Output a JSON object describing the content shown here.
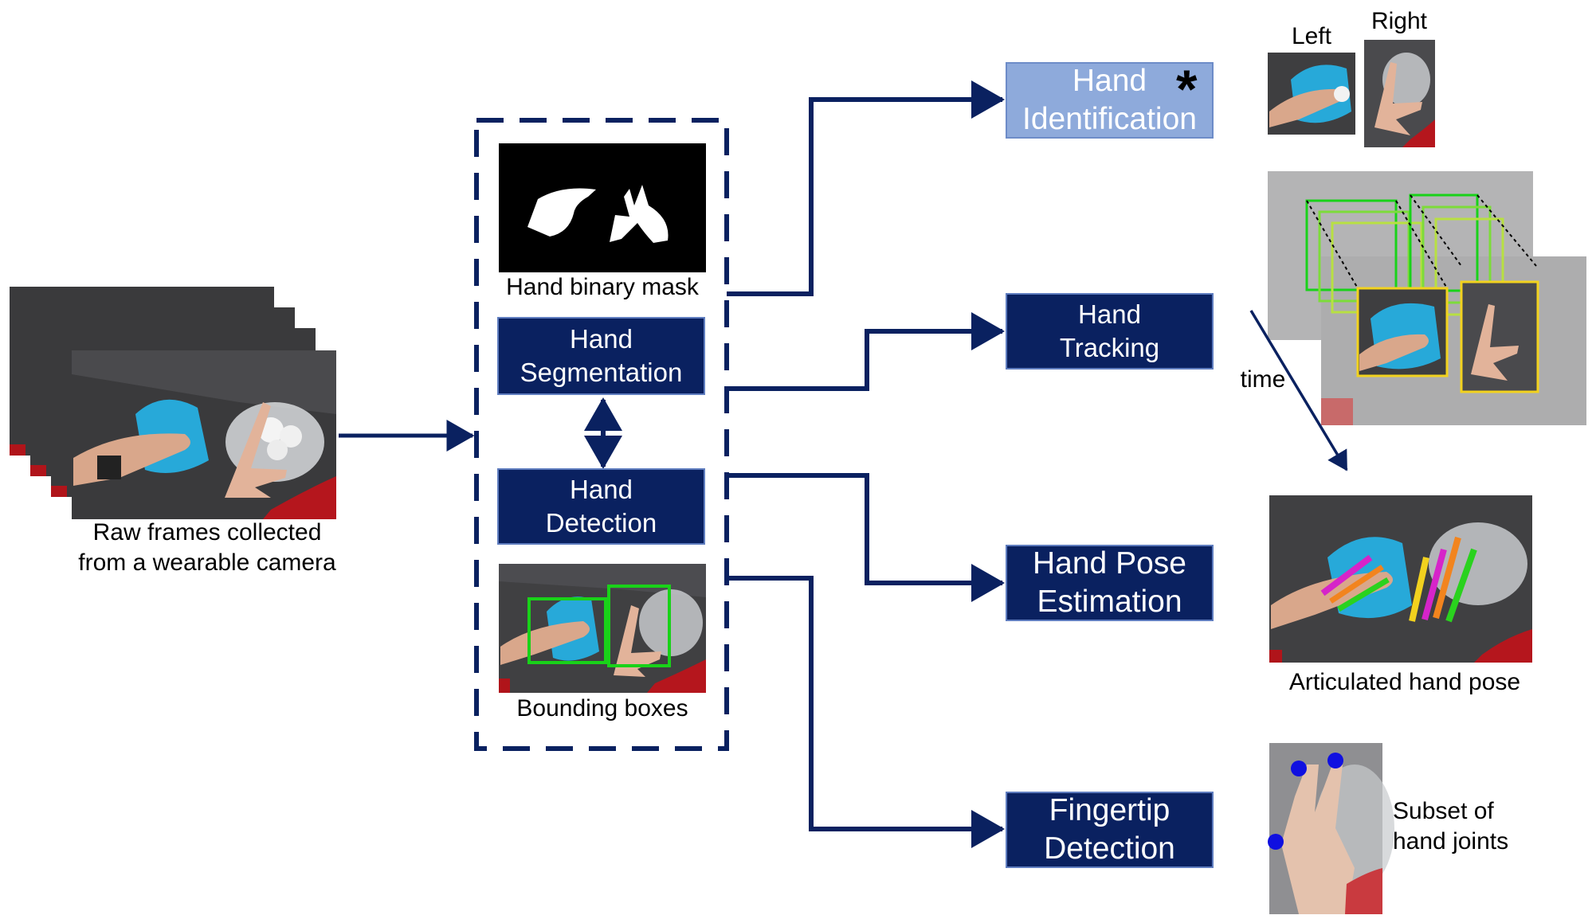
{
  "input": {
    "caption": "Raw frames collected\nfrom a wearable camera"
  },
  "module": {
    "mask_caption": "Hand binary mask",
    "segmentation": "Hand\nSegmentation",
    "detection": "Hand\nDetection",
    "bbox_caption": "Bounding boxes"
  },
  "outputs": {
    "identification": "Hand\nIdentification",
    "identification_mark": "*",
    "tracking": "Hand\nTracking",
    "pose": "Hand Pose\nEstimation",
    "fingertip": "Fingertip\nDetection"
  },
  "results": {
    "left_label": "Left",
    "right_label": "Right",
    "time_label": "time",
    "pose_caption": "Articulated hand pose",
    "joints_caption": "Subset of\nhand joints"
  },
  "colors": {
    "box_dark": "#0a2160",
    "box_light": "#8eaadb",
    "arrow": "#0a2160",
    "bbox_green": "#19d219",
    "bbox_yellow": "#f2d21e",
    "joint_blue": "#1010e0"
  }
}
